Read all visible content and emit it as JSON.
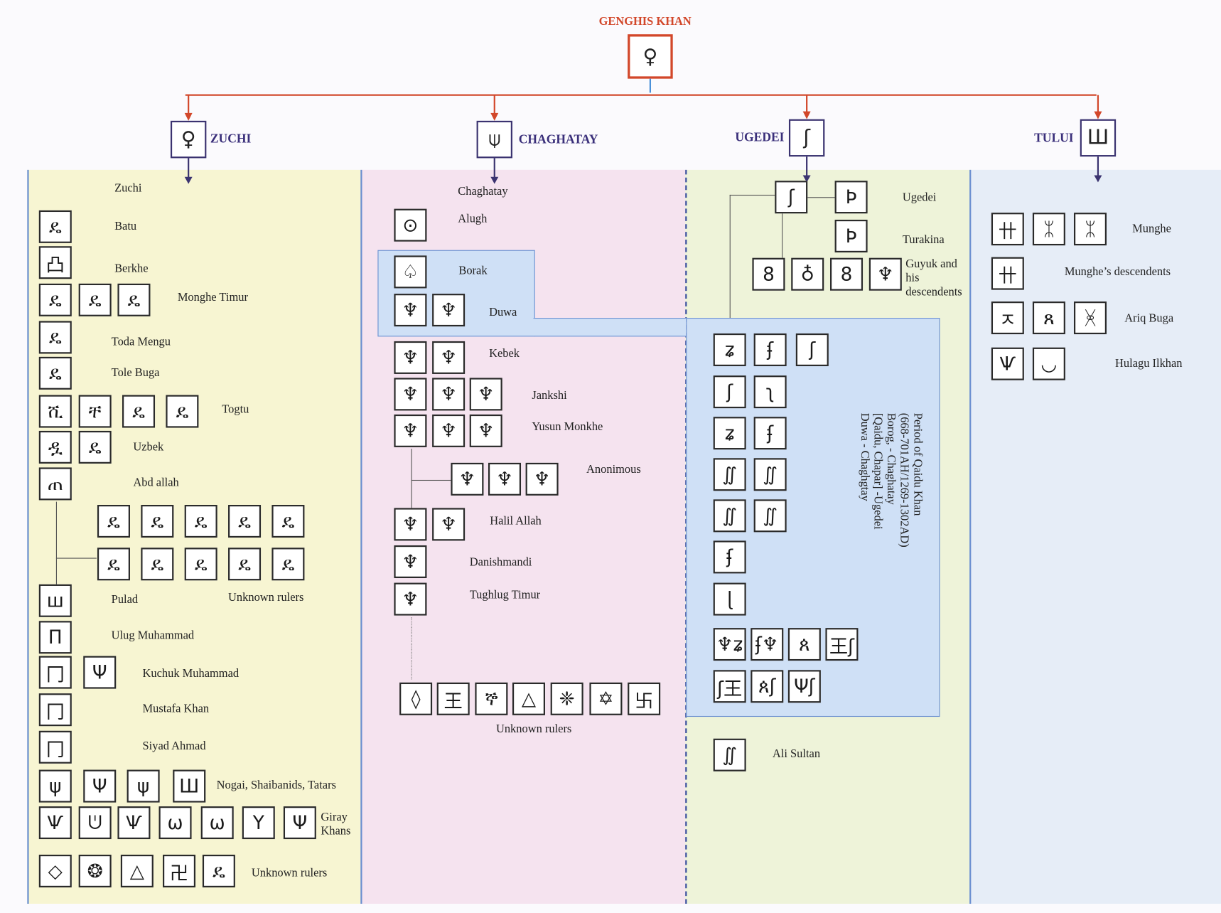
{
  "root": {
    "label": "GENGHIS KHAN",
    "glyph": "♀"
  },
  "sons": [
    {
      "label": "ZUCHI",
      "glyph": "♀"
    },
    {
      "label": "CHAGHATAY",
      "glyph": "⍦"
    },
    {
      "label": "UGEDEI",
      "glyph": "ʃ"
    },
    {
      "label": "TULUI",
      "glyph": "Ш"
    }
  ],
  "zuchi": {
    "title": "Zuchi",
    "rows": [
      {
        "label": "Batu",
        "glyphs": [
          "ዴ"
        ]
      },
      {
        "label": "Berkhe",
        "glyphs": [
          "凸"
        ]
      },
      {
        "label": "Monghe Timur",
        "glyphs": [
          "ዴ",
          "ዴ",
          "ዴ"
        ]
      },
      {
        "label": "Toda Mengu",
        "glyphs": [
          "ዴ"
        ]
      },
      {
        "label": "Tole Buga",
        "glyphs": [
          "ዴ"
        ]
      },
      {
        "label": "Togtu",
        "glyphs": [
          "ሺ",
          "ቸ",
          "ዴ",
          "ዴ"
        ]
      },
      {
        "label": "Uzbek",
        "glyphs": [
          "ዷ",
          "ዴ"
        ]
      },
      {
        "label": "Abd allah",
        "glyphs": [
          "ጠ"
        ]
      },
      {
        "label": "",
        "glyphs": [
          "ዴ",
          "ዴ",
          "ዴ",
          "ዴ",
          "ዴ"
        ]
      },
      {
        "label": "Unknown rulers",
        "glyphs": [
          "ዴ",
          "ዴ",
          "ዴ",
          "ዴ",
          "ዴ"
        ]
      },
      {
        "label": "Pulad",
        "glyphs": [
          "ш"
        ]
      },
      {
        "label": "Ulug Muhammad",
        "glyphs": [
          "Π"
        ]
      },
      {
        "label": "Kuchuk Muhammad",
        "glyphs": [
          "冂",
          "Ψ"
        ]
      },
      {
        "label": "Mustafa Khan",
        "glyphs": [
          "冂"
        ]
      },
      {
        "label": "Siyad Ahmad",
        "glyphs": [
          "冂"
        ]
      },
      {
        "label": "Nogai, Shaibanids, Tatars",
        "glyphs": [
          "ψ",
          "Ψ",
          "ψ",
          "Ш"
        ]
      },
      {
        "label": "Giray Khans",
        "glyphs": [
          "Ѱ",
          "ᕫ",
          "Ѱ",
          "ω",
          "ω",
          "Υ",
          "Ψ"
        ]
      },
      {
        "label": "Unknown rulers",
        "glyphs": [
          "◇",
          "❂",
          "△",
          "卍",
          "ዴ"
        ]
      }
    ]
  },
  "chaghatay": {
    "title": "Chaghatay",
    "rows": [
      {
        "label": "Alugh",
        "glyphs": [
          "⊙"
        ]
      },
      {
        "label": "Borak",
        "glyphs": [
          "♤"
        ]
      },
      {
        "label": "Duwa",
        "glyphs": [
          "♆",
          "♆"
        ]
      },
      {
        "label": "Kebek",
        "glyphs": [
          "♆",
          "♆"
        ]
      },
      {
        "label": "Jankshi",
        "glyphs": [
          "♆",
          "♆",
          "♆"
        ]
      },
      {
        "label": "Yusun Monkhe",
        "glyphs": [
          "♆",
          "♆",
          "♆"
        ]
      },
      {
        "label": "Anonimous",
        "glyphs": [
          "♆",
          "♆",
          "♆"
        ]
      },
      {
        "label": "Halil Allah",
        "glyphs": [
          "♆",
          "♆"
        ]
      },
      {
        "label": "Danishmandi",
        "glyphs": [
          "♆"
        ]
      },
      {
        "label": "Tughlug Timur",
        "glyphs": [
          "♆"
        ]
      },
      {
        "label": "Unknown rulers",
        "glyphs": [
          "◊",
          "王",
          "ኞ",
          "△",
          "❈",
          "✡",
          "卐"
        ]
      }
    ]
  },
  "ugedei": {
    "rows": [
      {
        "label": "Ugedei",
        "glyphs": [
          "ʃ",
          "Ϸ"
        ]
      },
      {
        "label": "Turakina",
        "glyphs": [
          "Ϸ"
        ]
      },
      {
        "label": "Guyuk and his descendents",
        "glyphs": [
          "8",
          "♁",
          "8",
          "♆"
        ]
      }
    ],
    "qaidu_rows": [
      {
        "glyphs": [
          "ʑ",
          "ʄ",
          "ʃ"
        ]
      },
      {
        "glyphs": [
          "ʃ",
          "ʅ"
        ]
      },
      {
        "glyphs": [
          "ʑ",
          "ʄ"
        ]
      },
      {
        "glyphs": [
          "∬",
          "∬"
        ]
      },
      {
        "glyphs": [
          "∬",
          "∬"
        ]
      },
      {
        "glyphs": [
          "ʄ"
        ]
      },
      {
        "glyphs": [
          "ɭ"
        ]
      },
      {
        "glyphs": [
          "♆ʑ",
          "ʄ♆",
          "ጰ",
          "王ʃ"
        ]
      },
      {
        "glyphs": [
          "ʃ王",
          "ጰʃ",
          "Ψʃ"
        ]
      }
    ],
    "qaidu_note": [
      "Period of Qaidu Khan",
      "(668-701AH/1269-1302AD)",
      "Borog, - Chaghatay",
      "[Qaidu, Chapar] -Ugedei",
      "Duwa - Chaghgtay"
    ],
    "ali_sultan": {
      "label": "Ali Sultan",
      "glyph": "∬"
    }
  },
  "tului": {
    "rows": [
      {
        "label": "Munghe",
        "glyphs": [
          "卄",
          "ᛯ",
          "ᛯ"
        ]
      },
      {
        "label": "Munghe’s descendents",
        "glyphs": [
          "卄"
        ]
      },
      {
        "label": "Ariq Buga",
        "glyphs": [
          "ㅈ",
          "ጸ",
          "ᚸ"
        ]
      },
      {
        "label": "Hulagu Ilkhan",
        "glyphs": [
          "Ѱ",
          "◡"
        ]
      }
    ]
  },
  "colors": {
    "root_border": "#d2472a",
    "line": "#d2472a",
    "panel_zuchi": "#f7f5d2",
    "panel_chaghatay": "#f5e3ef",
    "panel_ugedei": "#eef3d9",
    "panel_tului": "#e6edf7",
    "highlight": "#cfe0f6"
  }
}
